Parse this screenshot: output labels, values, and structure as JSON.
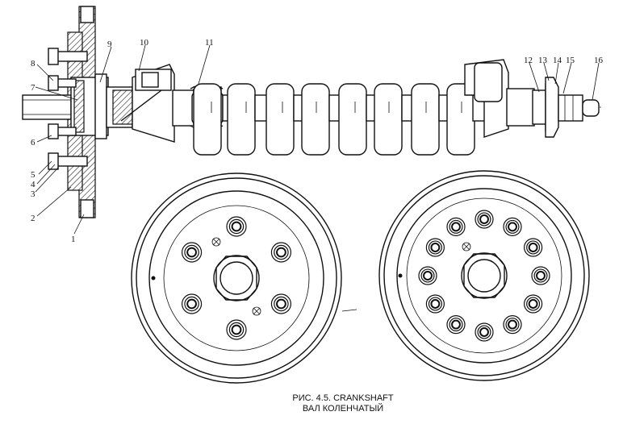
{
  "figure": {
    "caption_line1": "РИС. 4.5. CRANKSHAFT",
    "caption_line2": "ВАЛ КОЛЕНЧАТЫЙ"
  },
  "callouts": [
    {
      "label": "1"
    },
    {
      "label": "2"
    },
    {
      "label": "3"
    },
    {
      "label": "4"
    },
    {
      "label": "5"
    },
    {
      "label": "6"
    },
    {
      "label": "7"
    },
    {
      "label": "8"
    },
    {
      "label": "9"
    },
    {
      "label": "10"
    },
    {
      "label": "11"
    },
    {
      "label": "12"
    },
    {
      "label": "13"
    },
    {
      "label": "14"
    },
    {
      "label": "15"
    },
    {
      "label": "16"
    }
  ],
  "views": {
    "left_flywheel_bolt_count": 6,
    "right_flywheel_bolt_count": 12
  }
}
